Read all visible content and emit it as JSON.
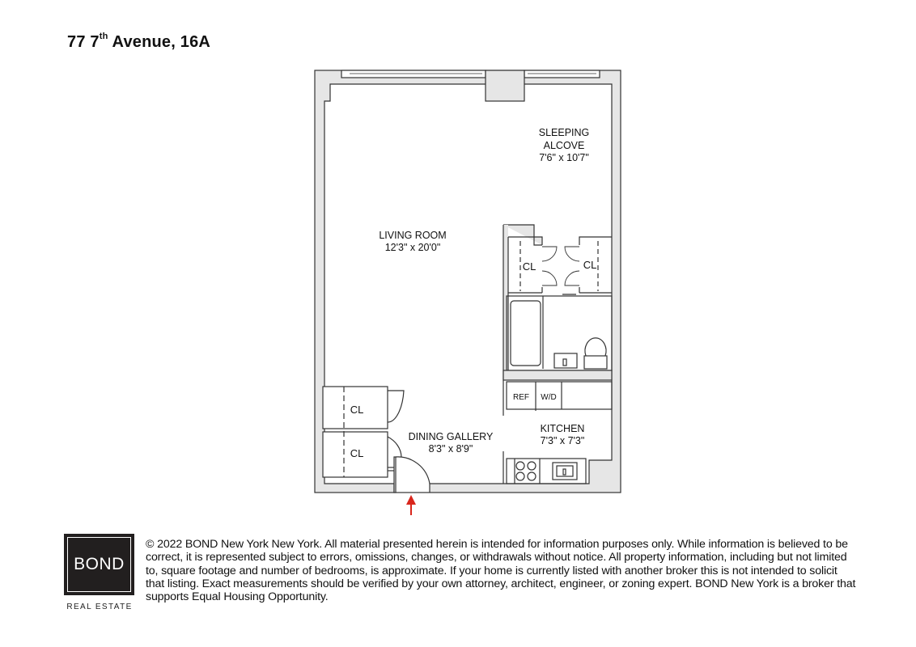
{
  "header": {
    "title_prefix": "77 7",
    "title_superscript": "th",
    "title_suffix": " Avenue, 16A"
  },
  "floorplan": {
    "rooms": [
      {
        "name": "SLEEPING",
        "name_line2": "ALCOVE",
        "dimensions": "7'6\" x 10'7\""
      },
      {
        "name": "LIVING ROOM",
        "dimensions": "12'3\" x 20'0\""
      },
      {
        "name": "DINING GALLERY",
        "dimensions": "8'3\" x 8'9\""
      },
      {
        "name": "KITCHEN",
        "dimensions": "7'3\" x 7'3\""
      }
    ],
    "closets": [
      "CL",
      "CL",
      "CL",
      "CL"
    ],
    "fixtures": {
      "refrigerator": "REF",
      "washer_dryer": "W/D"
    },
    "colors": {
      "wall_fill": "#e6e6e6",
      "wall_stroke": "#333333",
      "entry_arrow": "#d9261c"
    }
  },
  "footer": {
    "logo_text": "BOND",
    "logo_subtext": "REAL ESTATE",
    "disclaimer": "© 2022 BOND New York New York. All material presented herein is intended for information purposes only. While information is believed to be correct, it is represented subject to errors, omissions, changes, or withdrawals without notice. All property information, including but not limited to, square footage and number of bedrooms, is approximate. If your home is currently listed with another broker this is not intended to solicit that listing. Exact measurements should be verified by your own attorney, architect, engineer, or zoning expert. BOND New York is a broker that supports Equal Housing Opportunity."
  }
}
